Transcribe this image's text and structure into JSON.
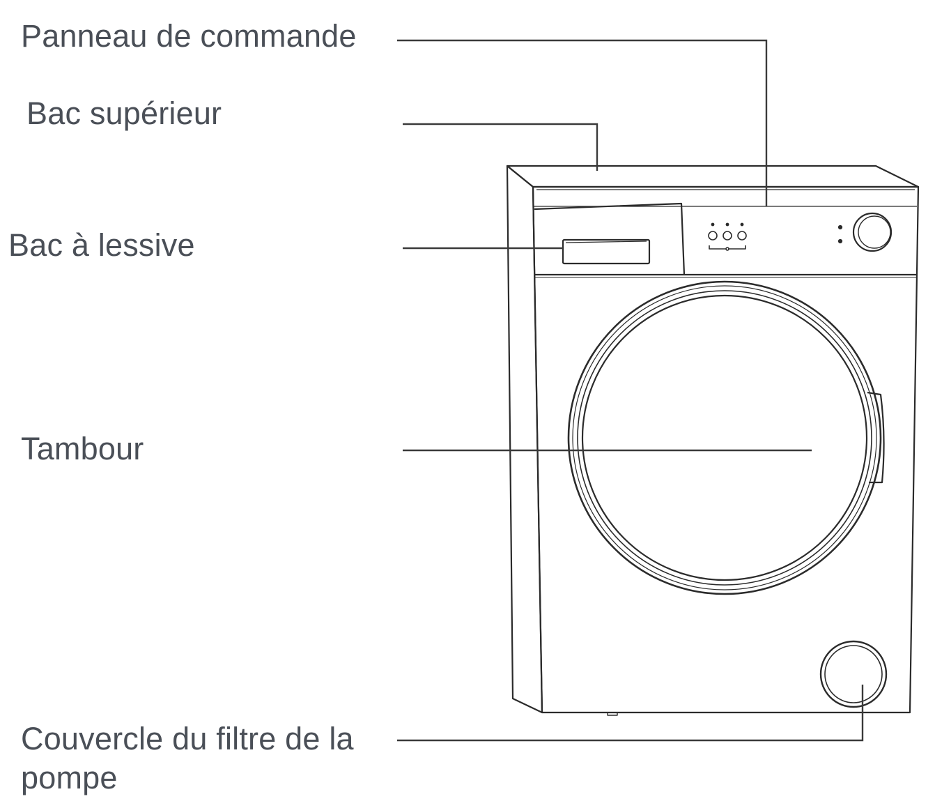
{
  "labels": {
    "control_panel": "Panneau de commande",
    "top_cover": "Bac supérieur",
    "detergent_drawer": "Bac à lessive",
    "drum": "Tambour",
    "pump_filter_cover_line1": "Couvercle du filtre de la",
    "pump_filter_cover_line2": "pompe"
  },
  "colors": {
    "label_text": "#4a4f57",
    "line": "#3a3a3a",
    "drawing": "#2b2b2b"
  }
}
